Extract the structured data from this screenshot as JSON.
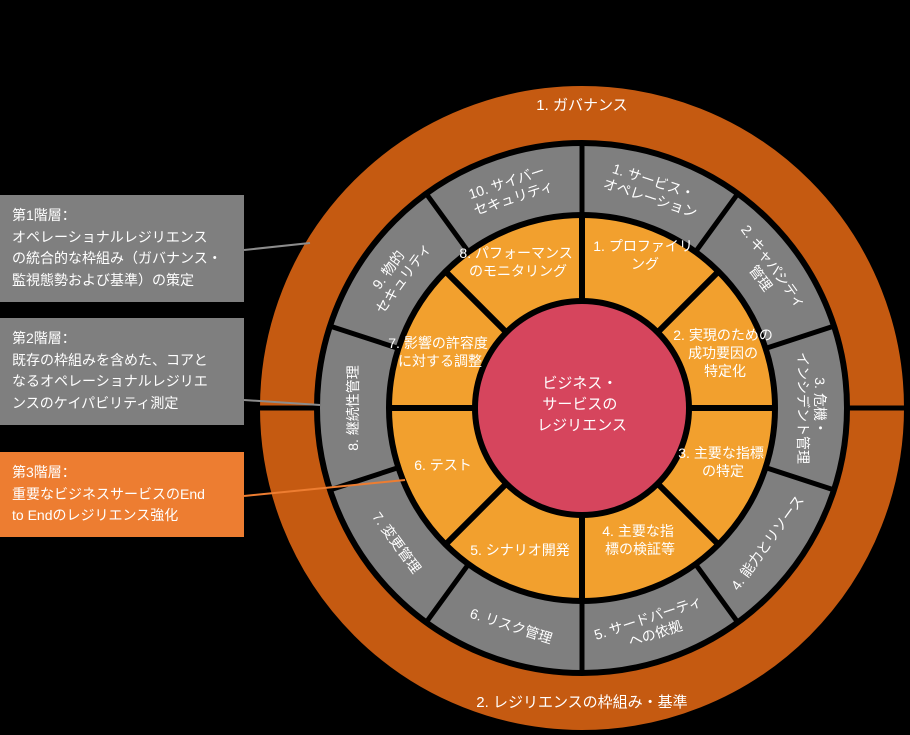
{
  "colors": {
    "background": "#000000",
    "outer_ring": "#C55A11",
    "middle_ring": "#7F7F7F",
    "inner_ring": "#F2A02E",
    "center_circle": "#D6455D",
    "callout_gray": "#7F7F7F",
    "callout_orange": "#ED7D31",
    "text": "#FFFFFF"
  },
  "outer_ring": {
    "top_label": "1. ガバナンス",
    "bottom_label": "2. レジリエンスの枠組み・基準"
  },
  "middle_ring": {
    "segments": [
      {
        "lines": [
          "1. サービス・",
          "オペレーション"
        ]
      },
      {
        "lines": [
          "2. キャパシティ",
          "管理"
        ]
      },
      {
        "lines": [
          "3. 危機・",
          "インシデント管理"
        ]
      },
      {
        "lines": [
          "4. 能力とリソース"
        ]
      },
      {
        "lines": [
          "5. サードパーティ",
          "への依拠"
        ]
      },
      {
        "lines": [
          "6. リスク管理"
        ]
      },
      {
        "lines": [
          "7. 変更管理"
        ]
      },
      {
        "lines": [
          "8. 継続性管理"
        ]
      },
      {
        "lines": [
          "9. 物的",
          "セキュリティ"
        ]
      },
      {
        "lines": [
          "10. サイバー",
          "セキュリティ"
        ]
      }
    ]
  },
  "inner_ring": {
    "segments": [
      {
        "lines": [
          "1. プロファイリ",
          "ング"
        ]
      },
      {
        "lines": [
          "2. 実現のための",
          "成功要因の",
          "特定化"
        ]
      },
      {
        "lines": [
          "3. 主要な指標",
          "の特定"
        ]
      },
      {
        "lines": [
          "4. 主要な指",
          "標の検証等"
        ]
      },
      {
        "lines": [
          "5. シナリオ開発"
        ]
      },
      {
        "lines": [
          "6. テスト"
        ]
      },
      {
        "lines": [
          "7. 影響の許容度",
          "に対する調整"
        ]
      },
      {
        "lines": [
          "8. パフォーマンス",
          "のモニタリング"
        ]
      }
    ]
  },
  "center": {
    "lines": [
      "ビジネス・",
      "サービスの",
      "レジリエンス"
    ]
  },
  "callouts": [
    {
      "lines": [
        "第1階層：",
        "オペレーショナルレジリエンス",
        "の統合的な枠組み（ガバナンス・",
        "監視態勢および基準）の策定"
      ]
    },
    {
      "lines": [
        "第2階層：",
        "既存の枠組みを含めた、コアと",
        "なるオペレーショナルレジリエ",
        "ンスのケイパビリティ測定"
      ]
    },
    {
      "lines": [
        "第3階層：",
        "重要なビジネスサービスのEnd",
        "to Endのレジリエンス強化"
      ]
    }
  ]
}
